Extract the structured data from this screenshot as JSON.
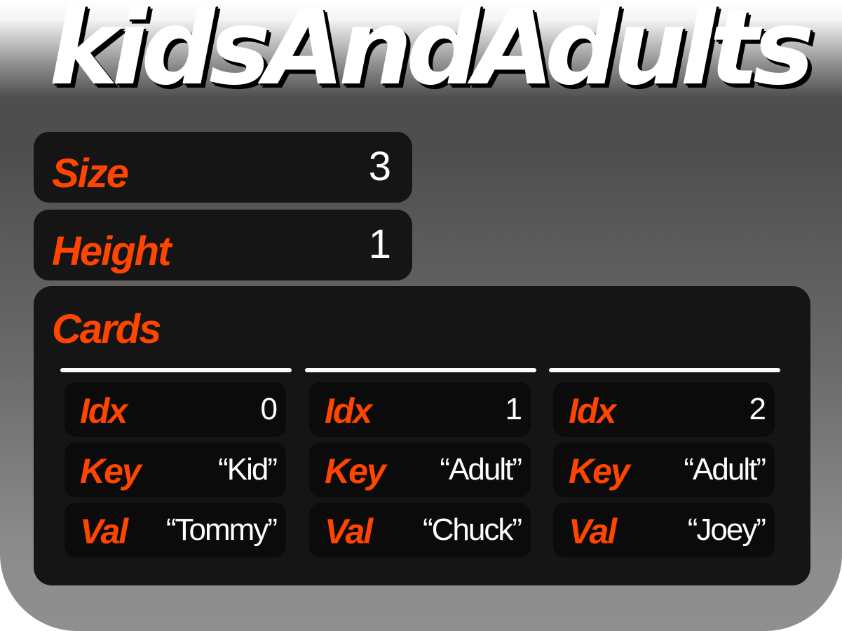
{
  "title": "kidsAndAdults",
  "size": {
    "label": "Size",
    "value": "3"
  },
  "height": {
    "label": "Height",
    "value": "1"
  },
  "cards": {
    "label": "Cards",
    "row_labels": {
      "idx": "Idx",
      "key": "Key",
      "val": "Val"
    },
    "items": [
      {
        "idx": "0",
        "key": "“Kid”",
        "val": "“Tommy”"
      },
      {
        "idx": "1",
        "key": "“Adult”",
        "val": "“Chuck”"
      },
      {
        "idx": "2",
        "key": "“Adult”",
        "val": "“Joey”"
      }
    ]
  },
  "colors": {
    "label": "#ff4500",
    "box": "#151515",
    "value": "#ffffff"
  }
}
